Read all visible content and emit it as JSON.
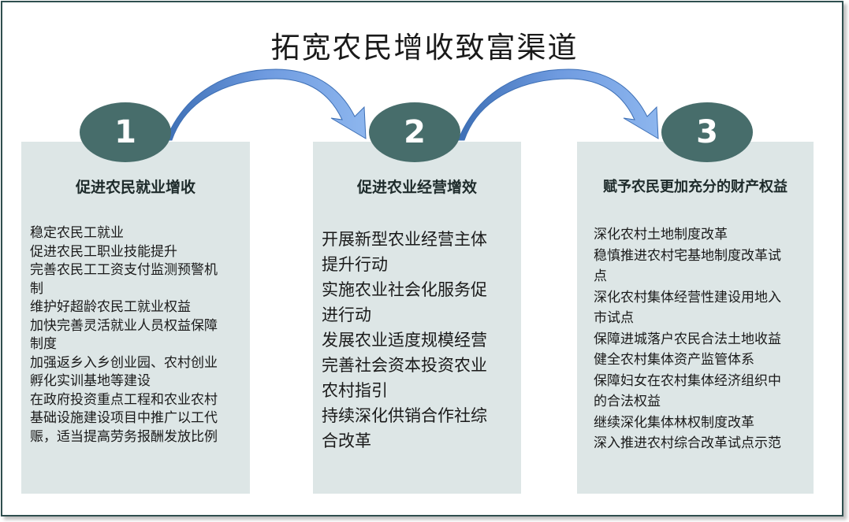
{
  "title": "拓宽农民增收致富渠道",
  "colors": {
    "panel_bg": "#dde6e6",
    "circle": "#476d6b",
    "arrow_light": "#7fa9e0",
    "arrow_dark": "#3d6fb5",
    "frame": "#2f4f4f"
  },
  "steps": [
    {
      "number": "1",
      "title": "促进农民就业增收",
      "lines": [
        "稳定农民工就业",
        "促进农民工职业技能提升",
        "完善农民工工资支付监测预警机",
        "制",
        "维护好超龄农民工就业权益",
        "加快完善灵活就业人员权益保障",
        "制度",
        "加强返乡入乡创业园、农村创业",
        "孵化实训基地等建设",
        "在政府投资重点工程和农业农村",
        "基础设施建设项目中推广以工代",
        "赈，适当提高劳务报酬发放比例"
      ]
    },
    {
      "number": "2",
      "title": "促进农业经营增效",
      "lines": [
        "开展新型农业经营主体",
        "提升行动",
        "实施农业社会化服务促",
        "进行动",
        "发展农业适度规模经营",
        "完善社会资本投资农业",
        "农村指引",
        "持续深化供销合作社综",
        "合改革"
      ]
    },
    {
      "number": "3",
      "title": "赋予农民更加充分的财产权益",
      "lines": [
        "深化农村土地制度改革",
        "稳慎推进农村宅基地制度改革试",
        "点",
        "深化农村集体经营性建设用地入",
        "市试点",
        "保障进城落户农民合法土地收益",
        "健全农村集体资产监管体系",
        "保障妇女在农村集体经济组织中",
        "的合法权益",
        "继续深化集体林权制度改革",
        "深入推进农村综合改革试点示范"
      ]
    }
  ]
}
